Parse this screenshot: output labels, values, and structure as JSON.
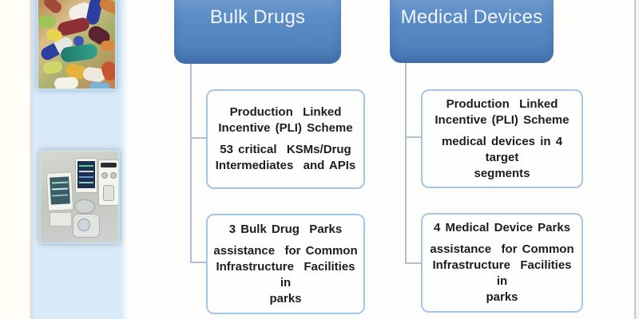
{
  "sidebar": {
    "pills_image_alt": "assorted colorful pills and capsules",
    "equipment_image_alt": "medical devices and monitoring equipment"
  },
  "diagram": {
    "connector_color": "#b3c0d0",
    "headers": {
      "bulk": {
        "label": "Bulk Drugs"
      },
      "medical": {
        "label": "Medical Devices"
      }
    },
    "boxes": [
      {
        "title": "Production  Linked\nIncentive (PLI) Scheme",
        "body": "53 critical  KSMs/Drug\nIntermediates  and APIs"
      },
      {
        "title": "3 Bulk Drug  Parks",
        "body": "assistance  for Common\nInfrastructure  Facilities  in\nparks"
      },
      {
        "title": "Production  Linked\nIncentive (PLI) Scheme",
        "body": "medical devices in 4 target\nsegments"
      },
      {
        "title": "4 Medical Device Parks",
        "body": "assistance  for Common\nInfrastructure  Facilities  in\nparks"
      }
    ]
  },
  "colors": {
    "header_fill_top": "#7aa3d4",
    "header_fill_bottom": "#4a7cb9",
    "node_border": "#a7c6e5",
    "sidebar_panel": "#d9eaf8",
    "window_edge": "#c9c9c9"
  }
}
